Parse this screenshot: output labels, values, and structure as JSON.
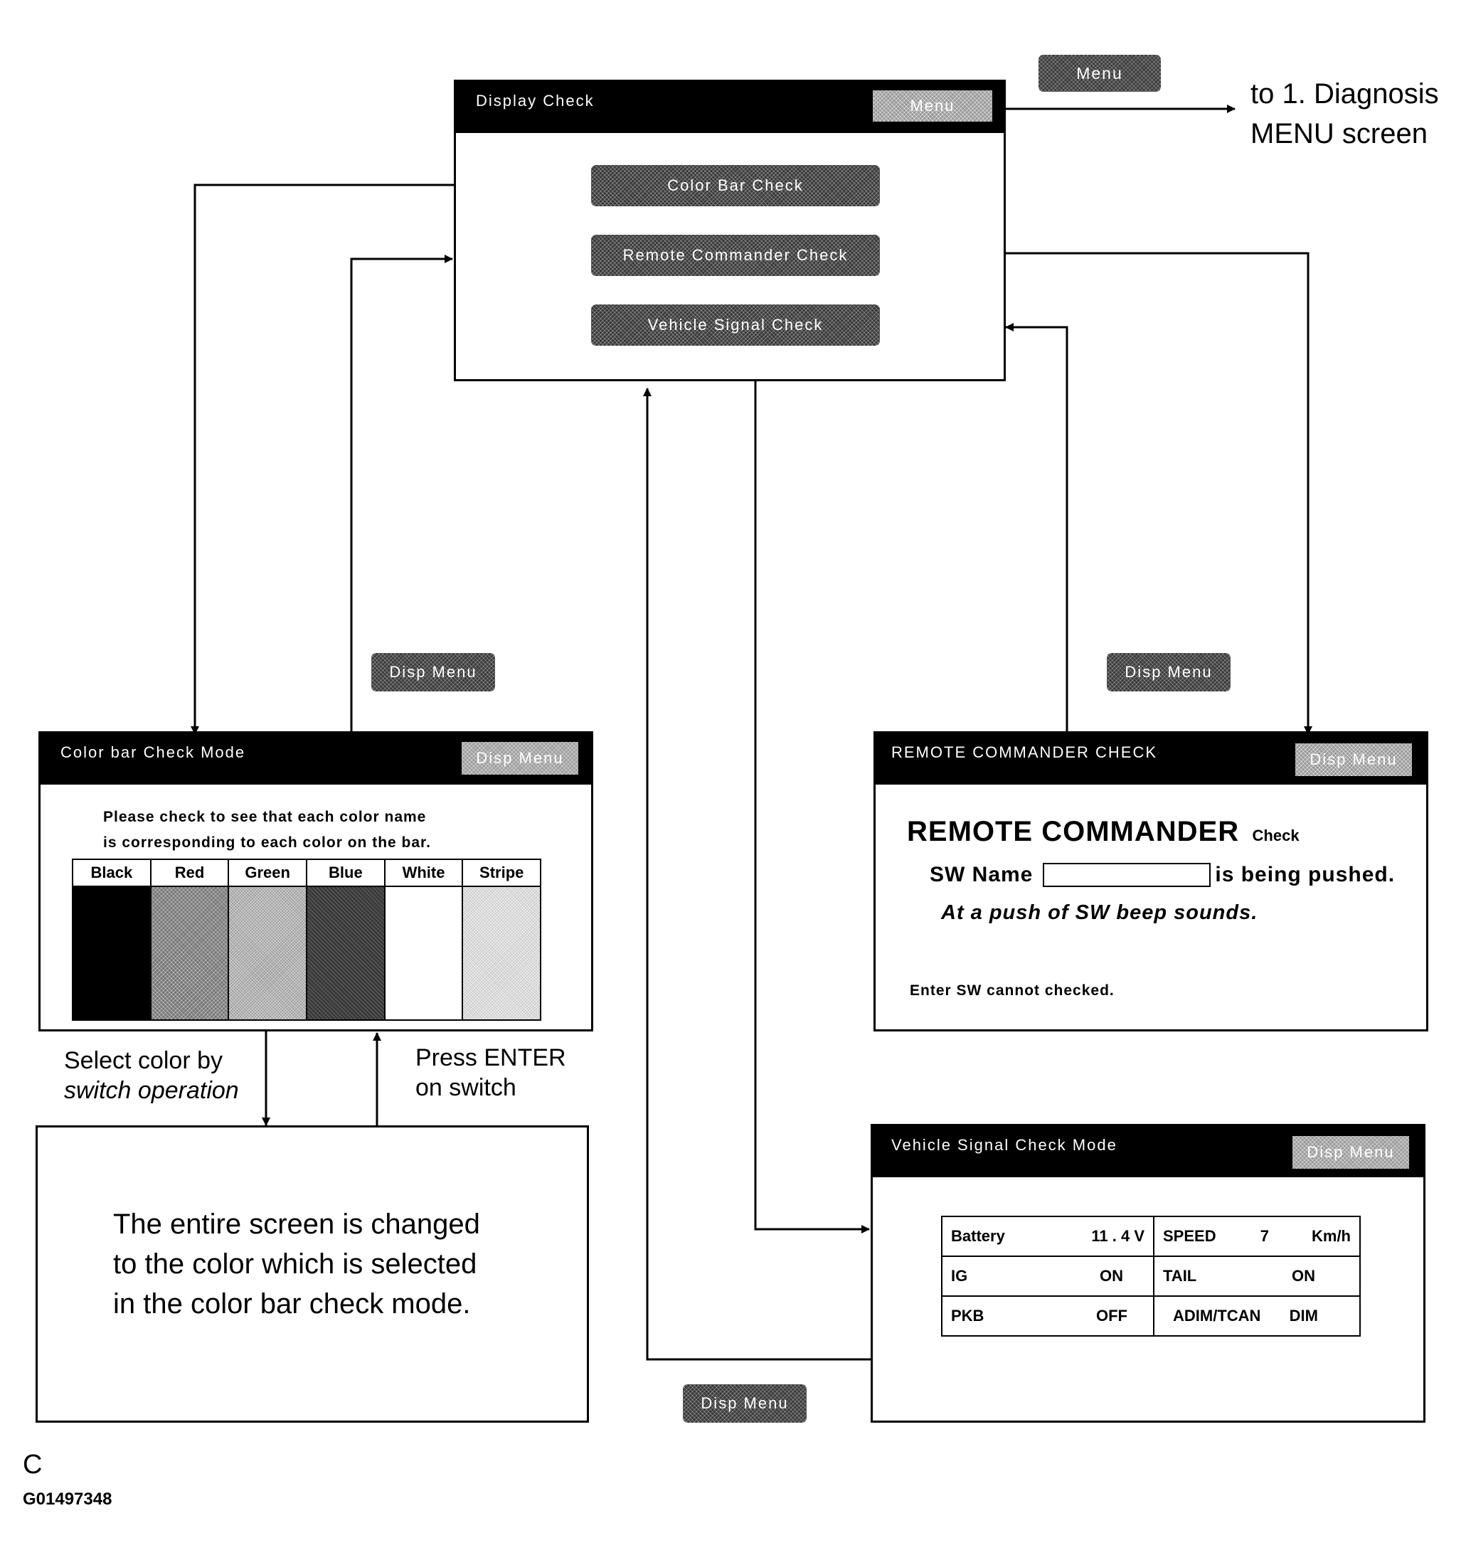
{
  "display_check": {
    "title": "Display Check",
    "menu_button": "Menu",
    "buttons": [
      "Color Bar Check",
      "Remote Commander Check",
      "Vehicle Signal Check"
    ]
  },
  "menu_key": "Menu",
  "to_diagnosis": [
    "to 1. Diagnosis",
    "MENU screen"
  ],
  "disp_menu_key": "Disp Menu",
  "color_bar": {
    "title": "Color bar Check Mode",
    "menu_button": "Disp Menu",
    "instruction": [
      "Please check to see that each color name",
      "is corresponding to each color on the bar."
    ],
    "colors": [
      "Black",
      "Red",
      "Green",
      "Blue",
      "White",
      "Stripe"
    ]
  },
  "select_color_caption": [
    "Select color by",
    "switch operation"
  ],
  "press_enter_caption": [
    "Press ENTER",
    "on switch"
  ],
  "entire_screen": [
    "The entire screen is changed",
    "to the color which is selected",
    "in the color bar check mode."
  ],
  "remote_commander": {
    "title": "REMOTE COMMANDER CHECK",
    "menu_button": "Disp Menu",
    "heading": "REMOTE COMMANDER",
    "heading_small": "Check",
    "sw_name_label": "SW Name",
    "being_pushed": "is being pushed.",
    "beep_line": "At a push of SW beep sounds.",
    "note": "Enter SW cannot checked."
  },
  "vehicle_signal": {
    "title": "Vehicle Signal Check Mode",
    "menu_button": "Disp Menu",
    "rows": [
      {
        "left_label": "Battery",
        "left_value": "11 . 4 V",
        "right_label": "SPEED",
        "right_value": "7",
        "right_unit": "Km/h"
      },
      {
        "left_label": "IG",
        "left_value": "ON",
        "right_label": "TAIL",
        "right_value": "ON",
        "right_unit": ""
      },
      {
        "left_label": "PKB",
        "left_value": "OFF",
        "right_label": "ADIM/TCAN",
        "right_value": "DIM",
        "right_unit": ""
      }
    ]
  },
  "footer": {
    "letter": "C",
    "code": "G01497348"
  }
}
